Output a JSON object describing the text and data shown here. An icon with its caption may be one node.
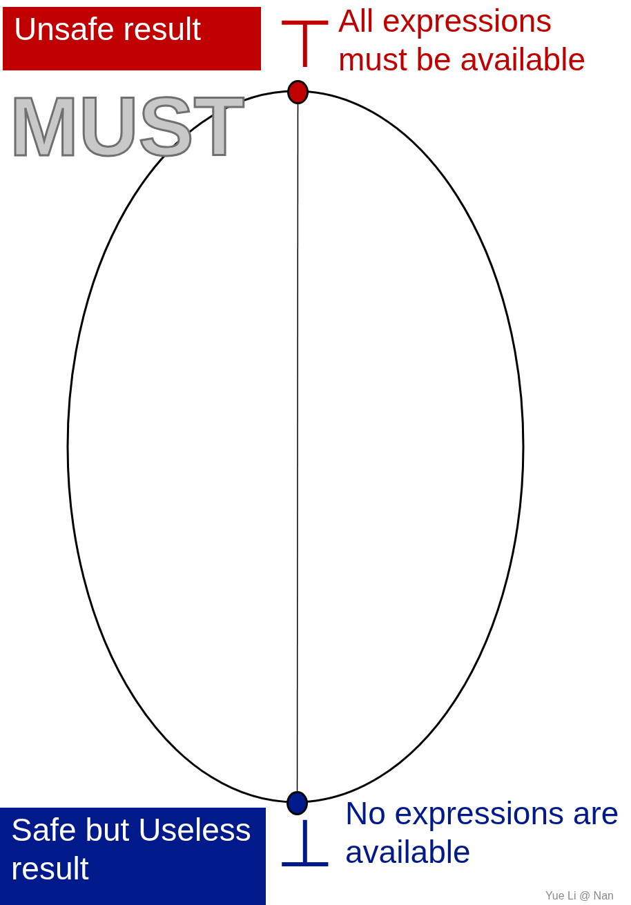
{
  "diagram": {
    "nodes": [
      {
        "text": [],
        "shape": "circle",
        "beside": [
          "⊤",
          "All expressions must be available"
        ]
      },
      {
        "text": [],
        "shape": "circle",
        "beside": [
          "⊥",
          "No expressions are available"
        ]
      },
      {
        "text": [
          "Unsafe result"
        ]
      },
      {
        "text": [
          "Safe but Useless result"
        ]
      }
    ],
    "edges": [
      {
        "from": 0,
        "to": 1,
        "arrow": "none"
      }
    ],
    "labels": [
      "MUST",
      "Yue Li @ Nan"
    ]
  }
}
